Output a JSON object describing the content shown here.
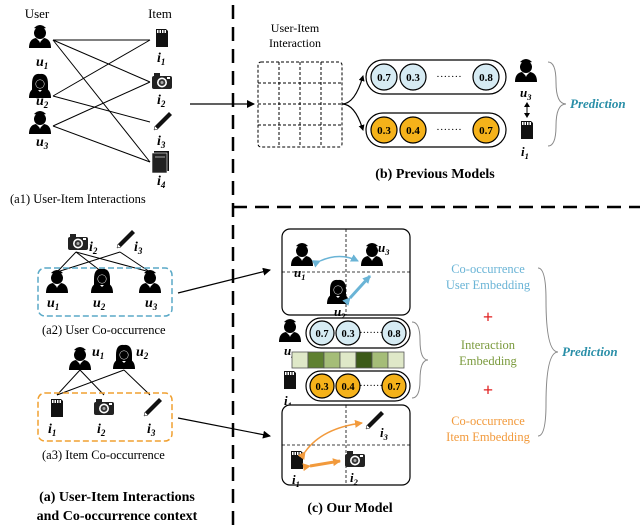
{
  "panel_a1": {
    "user_header": "User",
    "item_header": "Item",
    "users": [
      "u",
      "u",
      "u"
    ],
    "user_subs": [
      "1",
      "2",
      "3"
    ],
    "items": [
      "i",
      "i",
      "i",
      "i"
    ],
    "item_subs": [
      "1",
      "2",
      "3",
      "4"
    ],
    "caption": "(a1) User-Item  Interactions"
  },
  "panel_a2": {
    "top_items": [
      "i",
      "i"
    ],
    "top_item_subs": [
      "2",
      "3"
    ],
    "users": [
      "u",
      "u",
      "u"
    ],
    "user_subs": [
      "1",
      "2",
      "3"
    ],
    "caption": "(a2) User Co-occurrence"
  },
  "panel_a3": {
    "top_users": [
      "u",
      "u"
    ],
    "top_user_subs": [
      "1",
      "2"
    ],
    "items": [
      "i",
      "i",
      "i"
    ],
    "item_subs": [
      "1",
      "2",
      "3"
    ],
    "caption": "(a3) Item Co-occurrence"
  },
  "caption_a": {
    "line1": "(a) User-Item Interactions",
    "line2": "and Co-occurrence context"
  },
  "panel_b": {
    "matrix_label_line1": "User-Item",
    "matrix_label_line2": "Interaction",
    "user_vector": [
      "0.7",
      "0.3",
      "0.8"
    ],
    "item_vector": [
      "0.3",
      "0.4",
      "0.7"
    ],
    "ellipsis": "·······",
    "user": "u",
    "user_sub": "3",
    "item": "i",
    "item_sub": "1",
    "prediction": "Prediction",
    "caption": "(b) Previous Models"
  },
  "panel_c": {
    "top_users": [
      "u",
      "u",
      "u"
    ],
    "top_user_subs": [
      "1",
      "3",
      "2"
    ],
    "user_vector": [
      "0.7",
      "0.3",
      "0.8"
    ],
    "item_vector": [
      "0.3",
      "0.4",
      "0.7"
    ],
    "ellipsis": "·······",
    "user": "u",
    "user_sub": "3",
    "item": "i",
    "item_sub": "1",
    "bottom_items": [
      "i",
      "i",
      "i"
    ],
    "bottom_item_subs": [
      "3",
      "1",
      "2"
    ],
    "label_user_line1": "Co-occurrence",
    "label_user_line2": "User Embedding",
    "label_inter_line1": "Interaction",
    "label_inter_line2": "Embedding",
    "label_item_line1": "Co-occurrence",
    "label_item_line2": "Item Embedding",
    "plus": "+",
    "prediction": "Prediction",
    "caption": "(c) Our Model"
  },
  "colors": {
    "user_blue": "#6ab4d6",
    "vector_blue": "#d6ebf3",
    "vector_orange": "#f5b21a",
    "item_orange": "#f29a3c",
    "interaction_green": "#7a9a3c",
    "plus_red": "#e02020",
    "prediction_teal": "#2a8fa8",
    "dashed_blue": "#5aa9c7",
    "dashed_orange": "#f0a030"
  }
}
